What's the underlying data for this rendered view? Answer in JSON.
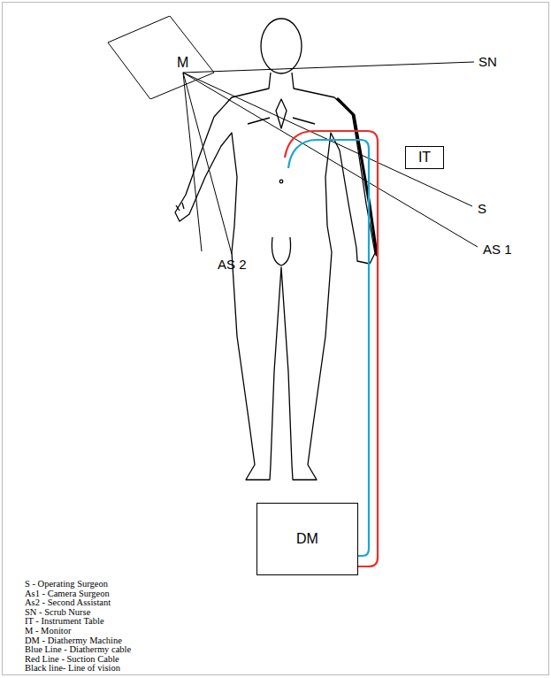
{
  "diagram": {
    "nodes": [
      {
        "text": [
          "M"
        ]
      },
      {
        "text": [
          "IT"
        ]
      },
      {
        "text": [
          "DM"
        ]
      }
    ],
    "labels": [
      "SN",
      "S",
      "AS 1",
      "AS 2"
    ],
    "legend": [
      {
        "text": "S - Operating Surgeon"
      },
      {
        "text": "As1 - Camera Surgeon"
      },
      {
        "text": "As2 - Second Assistant"
      },
      {
        "text": "SN - Scrub Nurse"
      },
      {
        "text": "IT - Instrument Table"
      },
      {
        "text": "M - Monitor"
      },
      {
        "text": "DM - Diathermy Machine"
      },
      {
        "text": "Blue Line - Diathermy cable"
      },
      {
        "text": "Red Line - Suction Cable"
      },
      {
        "text": "Black line- Line of vision"
      }
    ]
  }
}
